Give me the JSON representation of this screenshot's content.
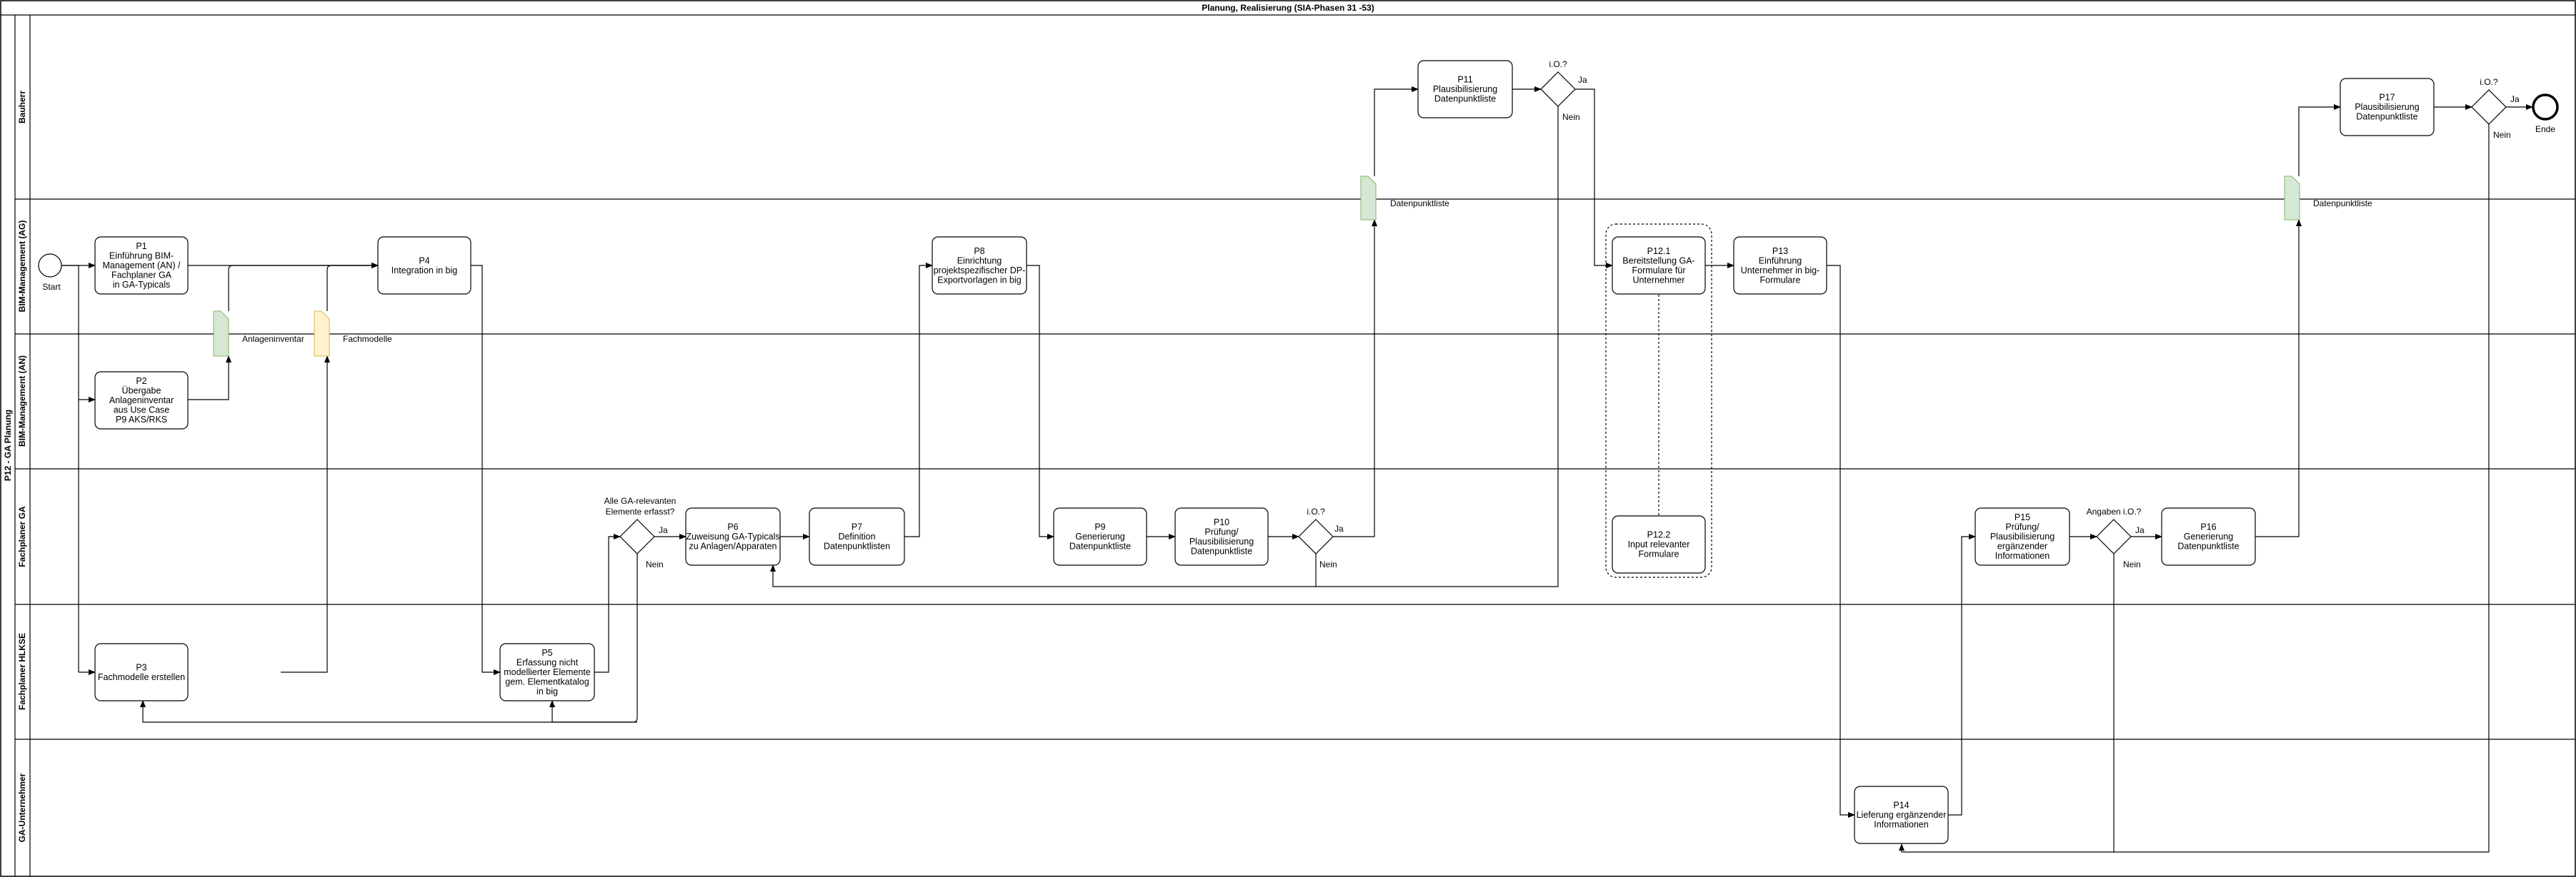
{
  "title": "Planung, Realisierung (SIA-Phasen 31 -53)",
  "pool_label": "P12 - GA Planung",
  "lanes": [
    {
      "id": "bauherr",
      "label": "Bauherr"
    },
    {
      "id": "bim_ag",
      "label": "BIM-Management (AG)"
    },
    {
      "id": "bim_an",
      "label": "BIM-Management (AN)"
    },
    {
      "id": "fp_ga",
      "label": "Fachplaner GA"
    },
    {
      "id": "fp_hlkse",
      "label": "Fachplaner HLKSE"
    },
    {
      "id": "ga_unt",
      "label": "GA-Unternehmer"
    }
  ],
  "nodes": {
    "start": {
      "label": "Start"
    },
    "ende": {
      "label": "Ende"
    },
    "p1": {
      "lines": [
        "P1",
        "Einführung BIM-",
        "Management (AN) /",
        "Fachplaner GA",
        "in GA-Typicals"
      ]
    },
    "p2": {
      "lines": [
        "P2",
        "Übergabe",
        "Anlageninventar",
        "aus Use Case",
        "P9 AKS/RKS"
      ]
    },
    "p3": {
      "lines": [
        "P3",
        "Fachmodelle erstellen"
      ]
    },
    "p4": {
      "lines": [
        "P4",
        "Integration in big"
      ]
    },
    "p5": {
      "lines": [
        "P5",
        "Erfassung nicht",
        "modellierter Elemente",
        "gem. Elementkatalog",
        "in big"
      ]
    },
    "p6": {
      "lines": [
        "P6",
        "Zuweisung GA-Typicals",
        "zu Anlagen/Apparaten"
      ]
    },
    "p7": {
      "lines": [
        "P7",
        "Definition",
        "Datenpunktlisten"
      ]
    },
    "p8": {
      "lines": [
        "P8",
        "Einrichtung",
        "projektspezifischer DP-",
        "Exportvorlagen in big"
      ]
    },
    "p9": {
      "lines": [
        "P9",
        "Generierung",
        "Datenpunktliste"
      ]
    },
    "p10": {
      "lines": [
        "P10",
        "Prüfung/",
        "Plausibilisierung",
        "Datenpunktliste"
      ]
    },
    "p11": {
      "lines": [
        "P11",
        "Plausibilisierung",
        "Datenpunktliste"
      ]
    },
    "p12_1": {
      "lines": [
        "P12.1",
        "Bereitstellung GA-",
        "Formulare für",
        "Unternehmer"
      ]
    },
    "p12_2": {
      "lines": [
        "P12.2",
        "Input relevanter",
        "Formulare"
      ]
    },
    "p13": {
      "lines": [
        "P13",
        "Einführung",
        "Unternehmer in big-",
        "Formulare"
      ]
    },
    "p14": {
      "lines": [
        "P14",
        "Lieferung ergänzender",
        "Informationen"
      ]
    },
    "p15": {
      "lines": [
        "P15",
        "Prüfung/",
        "Plausibilisierung",
        "ergänzender",
        "Informationen"
      ]
    },
    "p16": {
      "lines": [
        "P16",
        "Generierung",
        "Datenpunktliste"
      ]
    },
    "p17": {
      "lines": [
        "P17",
        "Plausibilisierung",
        "Datenpunktliste"
      ]
    }
  },
  "gateways": {
    "g1": {
      "question": [
        "Alle GA-relevanten",
        "Elemente erfasst?"
      ],
      "yes": "Ja",
      "no": "Nein"
    },
    "g2": {
      "question": [
        "i.O.?"
      ],
      "yes": "Ja",
      "no": "Nein"
    },
    "g3": {
      "question": [
        "i.O.?"
      ],
      "yes": "Ja",
      "no": "Nein"
    },
    "g4": {
      "question": [
        "Angaben i.O.?"
      ],
      "yes": "Ja",
      "no": "Nein"
    },
    "g5": {
      "question": [
        "i.O.?"
      ],
      "yes": "Ja",
      "no": "Nein"
    }
  },
  "documents": {
    "d_anlagen": {
      "label": "Anlageninventar",
      "color": "#d5e8d4"
    },
    "d_fach": {
      "label": "Fachmodelle",
      "color": "#fff2cc"
    },
    "d_dp1": {
      "label": "Datenpunktliste",
      "color": "#d5e8d4"
    },
    "d_dp2": {
      "label": "Datenpunktliste",
      "color": "#d5e8d4"
    }
  },
  "colors": {
    "stroke": "#000000",
    "green_doc": "#d5e8d4",
    "yellow_doc": "#fff2cc"
  }
}
